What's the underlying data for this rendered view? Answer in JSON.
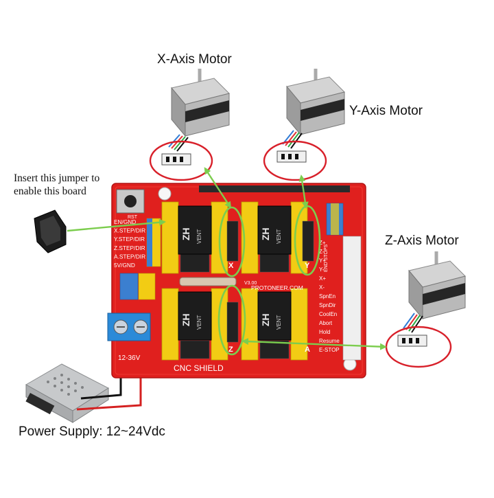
{
  "labels": {
    "x_motor": "X-Axis Motor",
    "y_motor": "Y-Axis Motor",
    "z_motor": "Z-Axis Motor",
    "jumper_note": "Insert this jumper to enable this board",
    "power_supply": "Power Supply: 12~24Vdc"
  },
  "board": {
    "name": "CNC SHIELD",
    "version": "V3.00",
    "site": "PROTONEER.COM",
    "reset": "RST",
    "power_in": "12-36V",
    "driver_brand": "ZH",
    "driver_sub": "VENT",
    "pins_left": [
      "EN/GND",
      "X.STEP/DIR",
      "Y.STEP/DIR",
      "Z.STEP/DIR",
      "A.STEP/DIR",
      "5V/GND"
    ],
    "pins_right": [
      "Z+",
      "Z-",
      "Y+",
      "Y-",
      "X+",
      "X-",
      "SpnEn",
      "SpnDir",
      "CoolEn",
      "Abort",
      "Hold",
      "Resume",
      "E-STOP"
    ],
    "axis_letters": [
      "X",
      "Y",
      "Z",
      "A"
    ],
    "ends_label": "END STOPS"
  },
  "colors": {
    "board_red": "#e0201e",
    "header_yellow": "#f2cc14",
    "driver_black": "#1c1c1c",
    "callout_red": "#d8202a",
    "arrow_green": "#7ccd4e"
  }
}
